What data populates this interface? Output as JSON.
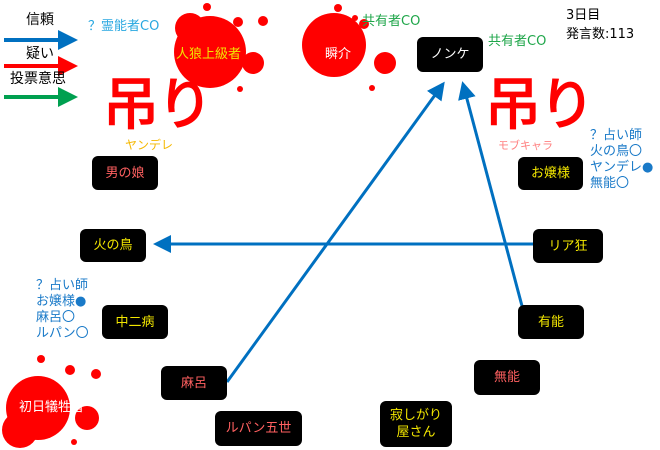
{
  "legend": {
    "trust": "信頼",
    "doubt": "疑い",
    "vote": "投票意思"
  },
  "colors": {
    "trust": "#0070c0",
    "doubt": "#ff0000",
    "vote": "#00a050"
  },
  "status": {
    "day": "3日目",
    "speech_count": "発言数:113"
  },
  "hang_marks": [
    {
      "label": "吊り",
      "sub": "ヤンデレ"
    },
    {
      "label": "吊り",
      "sub": "モブキャラ"
    }
  ],
  "players": {
    "jinro": "人狼上級者",
    "shunsuke": "瞬介",
    "nonke": "ノンケ",
    "ojousama": "お嬢様",
    "otokonoko": "男の娘",
    "hinotori": "火の鳥",
    "riakyo": "リア狂",
    "yuunou": "有能",
    "munou": "無能",
    "sabishigari": "寂しがり屋さん",
    "chuunibyou": "中二病",
    "maro": "麻呂",
    "lupin": "ルパン五世",
    "shonichi": "初日犠牲者"
  },
  "notes": {
    "jinro_co": "？霊能者CO",
    "shunsuke_co": "共有者CO",
    "nonke_co": "共有者CO",
    "ojousama_seer": [
      "？占い師",
      "火の鳥〇",
      "ヤンデレ●",
      "無能〇"
    ],
    "chuunibyou_seer": [
      "？占い師",
      "お嬢様●",
      "麻呂〇",
      "ルパン〇"
    ]
  }
}
